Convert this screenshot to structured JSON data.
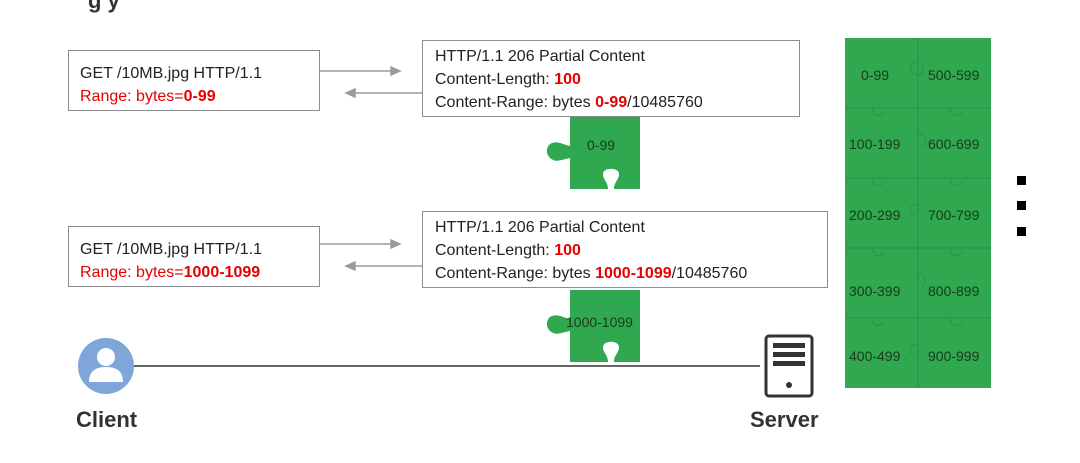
{
  "header_partial": "g              y",
  "request1": {
    "line1": "GET /10MB.jpg HTTP/1.1",
    "range_prefix": "Range: bytes=",
    "range_value": "0-99"
  },
  "response1": {
    "status": "HTTP/1.1 206 Partial Content",
    "cl_prefix": "Content-Length: ",
    "cl_value": "100",
    "cr_prefix": "Content-Range: bytes ",
    "cr_range": "0-99",
    "cr_total": "/10485760"
  },
  "piece1": "0-99",
  "request2": {
    "line1": "GET /10MB.jpg HTTP/1.1",
    "range_prefix": "Range: bytes=",
    "range_value": "1000-1099"
  },
  "response2": {
    "status": "HTTP/1.1 206 Partial Content",
    "cl_prefix": "Content-Length: ",
    "cl_value": "100",
    "cr_prefix": "Content-Range: bytes ",
    "cr_range": "1000-1099",
    "cr_total": "/10485760"
  },
  "piece2": "1000-1099",
  "client_label": "Client",
  "server_label": "Server",
  "grid": {
    "left": [
      "0-99",
      "100-199",
      "200-299",
      "300-399",
      "400-499"
    ],
    "right": [
      "500-599",
      "600-699",
      "700-799",
      "800-899",
      "900-999"
    ]
  },
  "colors": {
    "puzzle_green": "#2fa84f",
    "range_red": "#e60000",
    "client_blue": "#7fa6d8"
  },
  "icons": {
    "client": "user-avatar-icon",
    "server": "server-tower-icon",
    "more": "vertical-ellipsis-icon"
  }
}
